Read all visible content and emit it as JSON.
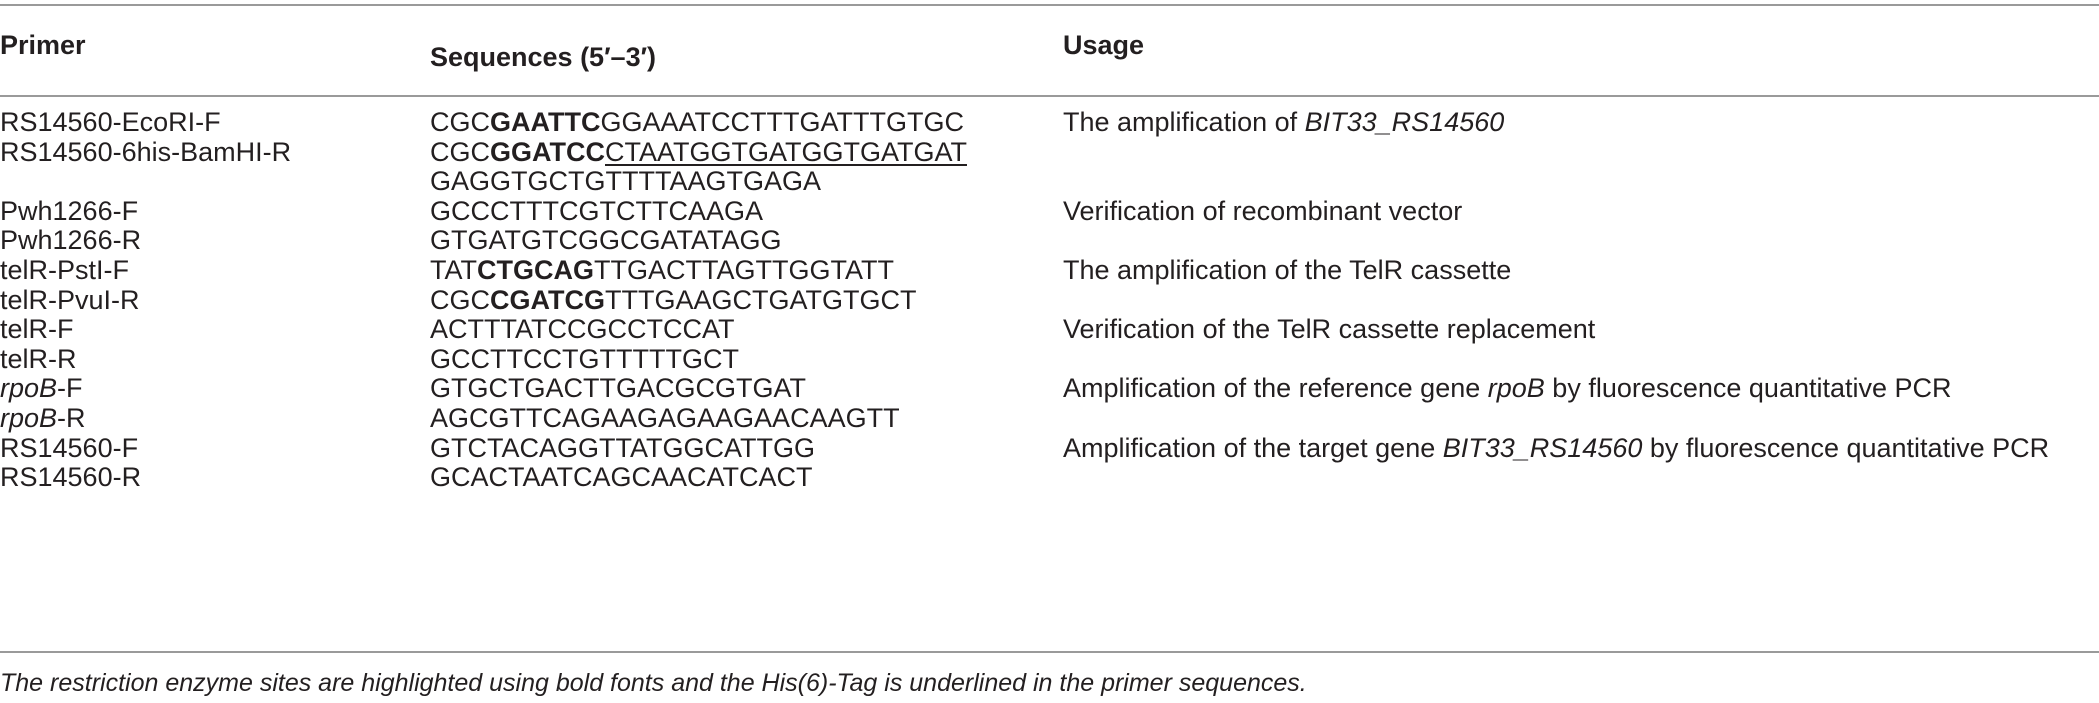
{
  "headers": {
    "primer": "Primer",
    "sequences": "Sequences (5′–3′)",
    "usage": "Usage"
  },
  "rows": [
    {
      "primer": [
        {
          "t": "RS14560-EcoRI-F"
        }
      ],
      "sequence": [
        {
          "t": "CGC"
        },
        {
          "t": "GAATTC",
          "b": true
        },
        {
          "t": "GGAAATCCTTTGATTTGTGC"
        }
      ],
      "usage": [
        {
          "t": "The amplification of "
        },
        {
          "t": "BIT33_RS14560",
          "i": true
        }
      ]
    },
    {
      "primer": [
        {
          "t": "RS14560-6his-BamHI-R"
        }
      ],
      "sequence": [
        {
          "t": "CGC"
        },
        {
          "t": "GGATCC",
          "b": true
        },
        {
          "t": "CTAATGGTGATGGTGATGAT",
          "u": true
        }
      ],
      "usage": []
    },
    {
      "primer": [],
      "sequence": [
        {
          "t": "GAGGTGCTGTTTTAAGTGAGA"
        }
      ],
      "usage": []
    },
    {
      "primer": [
        {
          "t": "Pwh1266-F"
        }
      ],
      "sequence": [
        {
          "t": "GCCCTTTCGTCTTCAAGA"
        }
      ],
      "usage": [
        {
          "t": "Verification of recombinant vector"
        }
      ]
    },
    {
      "primer": [
        {
          "t": "Pwh1266-R"
        }
      ],
      "sequence": [
        {
          "t": "GTGATGTCGGCGATATAGG"
        }
      ],
      "usage": []
    },
    {
      "primer": [
        {
          "t": "telR-PstI-F"
        }
      ],
      "sequence": [
        {
          "t": "TAT"
        },
        {
          "t": "CTGCAG",
          "b": true
        },
        {
          "t": "TTGACTTAGTTGGTATT"
        }
      ],
      "usage": [
        {
          "t": "The amplification of the TelR cassette"
        }
      ]
    },
    {
      "primer": [
        {
          "t": "telR-PvuI-R"
        }
      ],
      "sequence": [
        {
          "t": "CGC"
        },
        {
          "t": "CGATCG",
          "b": true
        },
        {
          "t": "TTTGAAGCTGATGTGCT"
        }
      ],
      "usage": []
    },
    {
      "primer": [
        {
          "t": "telR-F"
        }
      ],
      "sequence": [
        {
          "t": "ACTTTATCCGCCTCCAT"
        }
      ],
      "usage": [
        {
          "t": "Verification of the TelR cassette replacement"
        }
      ]
    },
    {
      "primer": [
        {
          "t": "telR-R"
        }
      ],
      "sequence": [
        {
          "t": "GCCTTCCTGTTTTTGCT"
        }
      ],
      "usage": []
    },
    {
      "primer": [
        {
          "t": "rpoB",
          "i": true
        },
        {
          "t": "-F"
        }
      ],
      "sequence": [
        {
          "t": "GTGCTGACTTGACGCGTGAT"
        }
      ],
      "usage": [
        {
          "t": "Amplification of the reference gene "
        },
        {
          "t": "rpoB",
          "i": true
        },
        {
          "t": " by fluorescence quantitative PCR"
        }
      ]
    },
    {
      "primer": [
        {
          "t": "rpoB",
          "i": true
        },
        {
          "t": "-R"
        }
      ],
      "sequence": [
        {
          "t": "AGCGTTCAGAAGAGAAGAACAAGTT"
        }
      ],
      "usage": []
    },
    {
      "primer": [
        {
          "t": "RS14560-F"
        }
      ],
      "sequence": [
        {
          "t": "GTCTACAGGTTATGGCATTGG"
        }
      ],
      "usage": [
        {
          "t": "Amplification of the target gene "
        },
        {
          "t": "BIT33_RS14560",
          "i": true
        },
        {
          "t": " by fluorescence quantitative PCR"
        }
      ]
    },
    {
      "primer": [
        {
          "t": "RS14560-R"
        }
      ],
      "sequence": [
        {
          "t": "GCACTAATCAGCAACATCACT"
        }
      ],
      "usage": []
    }
  ],
  "footnote": "The restriction enzyme sites are highlighted using bold fonts and the His(6)-Tag is underlined in the primer sequences."
}
